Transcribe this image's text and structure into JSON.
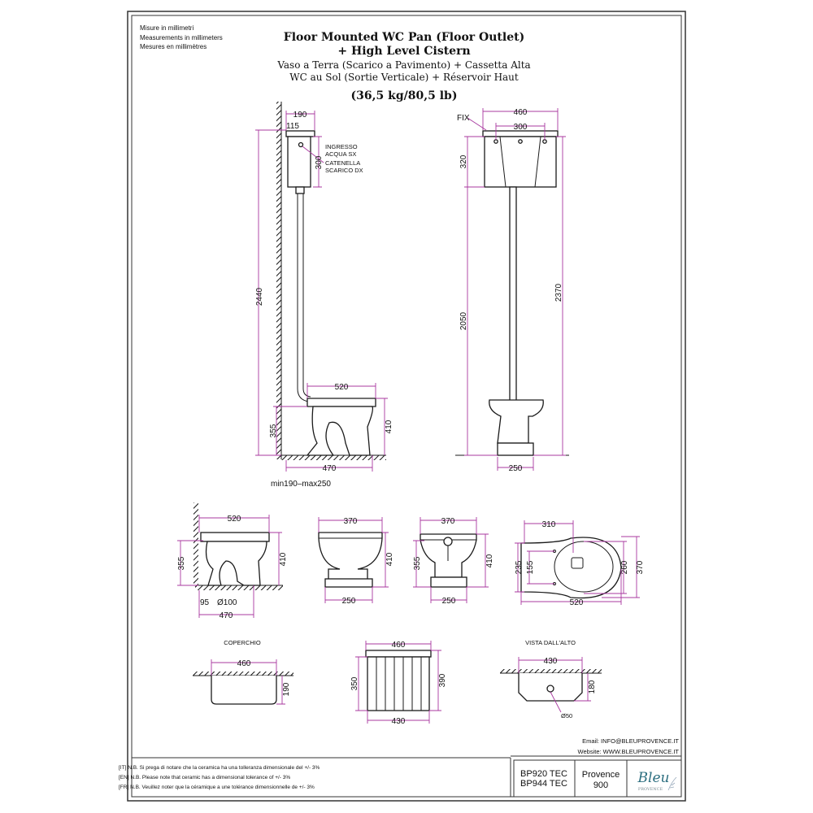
{
  "units": [
    "Misure in millimetri",
    "Measurements in millimeters",
    "Mesures en millimètres"
  ],
  "title": {
    "line1": "Floor Mounted WC Pan (Floor Outlet)",
    "line2": "+ High Level Cistern",
    "it": "Vaso a Terra (Scarico a Pavimento) + Cassetta Alta",
    "fr": "WC au Sol (Sortie Verticale) + Réservoir Haut",
    "weight": "(36,5 kg/80,5 lb)"
  },
  "side_view": {
    "d190": "190",
    "d115": "115",
    "d300": "300",
    "d2440": "2440",
    "d520": "520",
    "d355": "355",
    "d410": "410",
    "d470": "470",
    "offset": "min190–max250",
    "labels": [
      "INGRESSO",
      "ACQUA SX",
      "CATENELLA",
      "SCARICO DX"
    ]
  },
  "front_view": {
    "fix": "FIX",
    "d460": "460",
    "d300": "300",
    "d320": "320",
    "d2050": "2050",
    "d2370": "2370",
    "d250": "250"
  },
  "pan_side": {
    "d520": "520",
    "d355": "355",
    "d410": "410",
    "d95": "95",
    "d100": "Ø100",
    "d470": "470"
  },
  "pan_front": {
    "d370": "370",
    "d410": "410",
    "d250": "250"
  },
  "pan_back": {
    "d370": "370",
    "d355": "355",
    "d410": "410",
    "d250": "250"
  },
  "pan_top": {
    "d310": "310",
    "d235": "235",
    "d155": "155",
    "d260": "260",
    "d370": "370",
    "d520": "520"
  },
  "lid": {
    "label": "COPERCHIO",
    "d460": "460",
    "d190": "190"
  },
  "cistern_front": {
    "d460": "460",
    "d350": "350",
    "d390": "390",
    "d430": "430"
  },
  "cistern_top": {
    "label": "VISTA DALL'ALTO",
    "d430": "430",
    "d180": "180",
    "d50": "Ø50"
  },
  "notes": [
    "[IT] N.B. Si prega di notare che la ceramica ha una tolleranza dimensionale del +/- 3%",
    "[EN] N.B. Please note that ceramic has a dimensional tolerance of +/- 3%",
    "[FR] N.B. Veuillez noter que la céramique a une tolérance dimensionnelle de +/- 3%"
  ],
  "contact": {
    "email": "Email:  INFO@BLEUPROVENCE.IT",
    "website": "Website:  WWW.BLEUPROVENCE.IT"
  },
  "title_block": {
    "codes": [
      "BP920  TEC",
      "BP944  TEC"
    ],
    "series": [
      "Provence",
      "900"
    ],
    "logo": "Bleu",
    "logo_sub": "PROVENCE"
  },
  "colors": {
    "dimension": "#a8389f",
    "logo": "#2d6f80"
  }
}
